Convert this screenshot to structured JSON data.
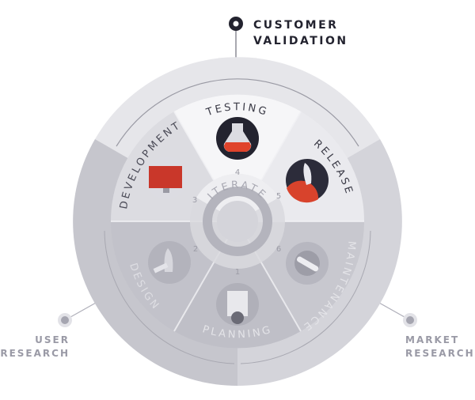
{
  "top_label": {
    "line1": "CUSTOMER",
    "line2": "VALIDATION"
  },
  "left_label": {
    "line1": "USER",
    "line2": "RESEARCH"
  },
  "right_label": {
    "line1": "MARKET",
    "line2": "RESEARCH"
  },
  "hub_label": "ITERATE",
  "segments": [
    {
      "name": "TESTING",
      "number": "4"
    },
    {
      "name": "RELEASE",
      "number": "5"
    },
    {
      "name": "MAINTENANCE",
      "number": "6"
    },
    {
      "name": "PLANNING",
      "number": "1"
    },
    {
      "name": "DESIGN",
      "number": "2"
    },
    {
      "name": "DEVELOPMENT",
      "number": "3"
    }
  ],
  "colors": {
    "accent": "#e0432b",
    "dark": "#23232f",
    "highlight": "#f4f4f7",
    "gray": "#b9b9c2"
  }
}
